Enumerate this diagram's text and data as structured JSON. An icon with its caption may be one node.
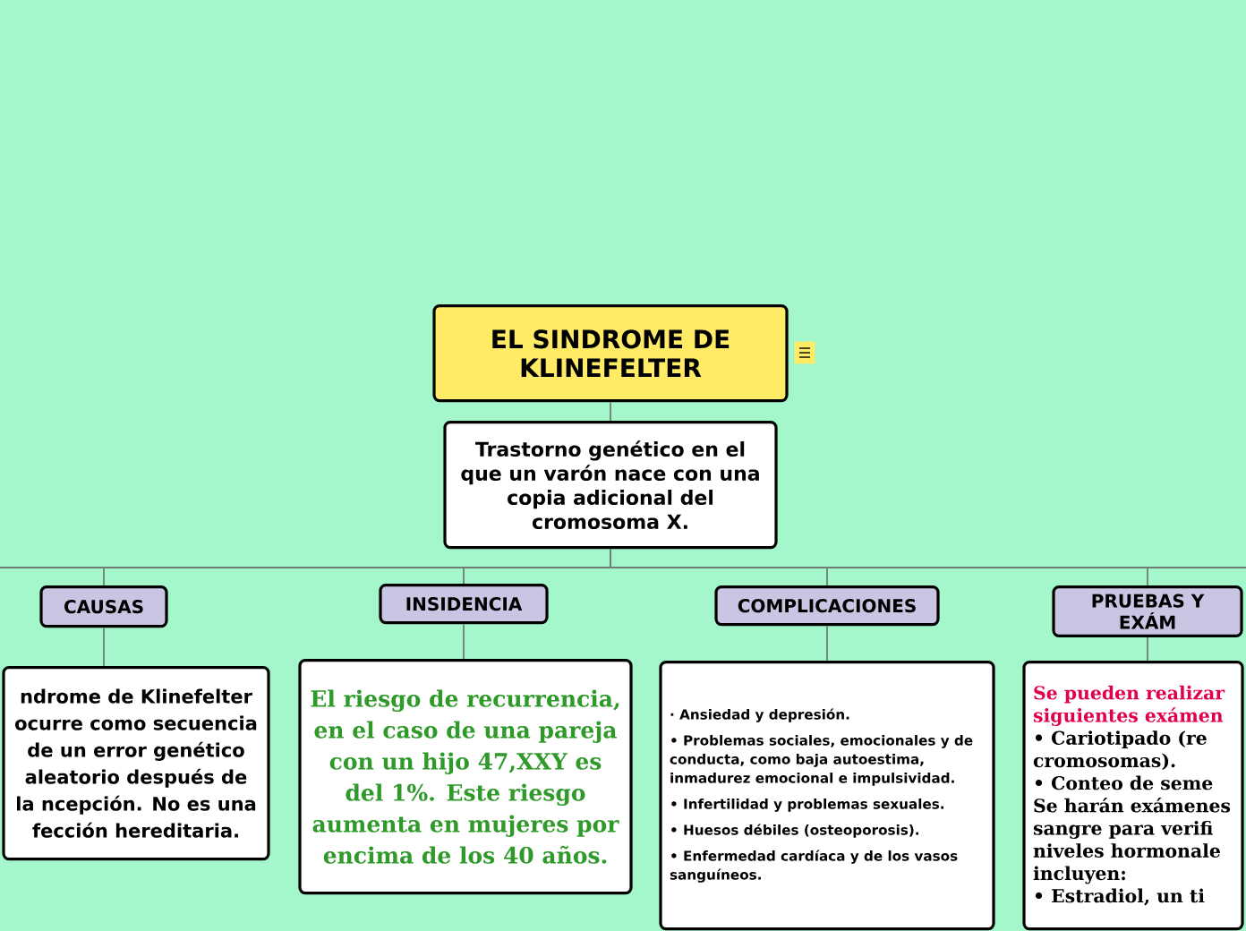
{
  "diagram": {
    "nodes": [
      {
        "text": [
          "EL SINDROME DE KLINEFELTER"
        ]
      },
      {
        "text": [
          "Trastorno genético en el que un varón nace con una copia adicional del cromosoma X."
        ]
      },
      {
        "text": [
          "CAUSAS"
        ]
      },
      {
        "text": [
          "ndrome de Klinefelter ocurre como secuencia de un error genético aleatorio después de la ncepción. No es una fección hereditaria."
        ]
      },
      {
        "text": [
          "INSIDENCIA"
        ]
      },
      {
        "text": [
          "El riesgo de recurrencia, en el caso de una pareja con un hijo 47,XXY es del 1%. Este riesgo aumenta en mujeres por encima de los 40 años."
        ]
      },
      {
        "text": [
          "COMPLICACIONES"
        ]
      },
      {
        "text": [
          "·   Ansiedad y depresión.",
          "•   Problemas sociales, emocionales y de conducta, como baja autoestima, inmadurez emocional e impulsividad.",
          "•   Infertilidad y problemas sexuales.",
          "•   Huesos débiles (osteoporosis).",
          "•   Enfermedad cardíaca y de los vasos sanguíneos."
        ]
      },
      {
        "text": [
          "PRUEBAS Y EXÁM"
        ]
      },
      {
        "text": [
          "Se pueden realizar siguientes exámen",
          "•   Cariotipado (re cromosomas).",
          "•   Conteo de seme",
          "Se harán exámenes sangre para verifi niveles hormonale incluyen:",
          "•   Estradiol, un ti"
        ]
      }
    ],
    "edges": [
      {
        "from": 0,
        "to": 1,
        "arrow": "none"
      },
      {
        "from": 1,
        "to": 2,
        "arrow": "none"
      },
      {
        "from": 1,
        "to": 4,
        "arrow": "none"
      },
      {
        "from": 1,
        "to": 6,
        "arrow": "none"
      },
      {
        "from": 1,
        "to": 8,
        "arrow": "none"
      },
      {
        "from": 2,
        "to": 3,
        "arrow": "none"
      },
      {
        "from": 4,
        "to": 5,
        "arrow": "none"
      },
      {
        "from": 6,
        "to": 7,
        "arrow": "none"
      },
      {
        "from": 8,
        "to": 9,
        "arrow": "none"
      }
    ]
  }
}
